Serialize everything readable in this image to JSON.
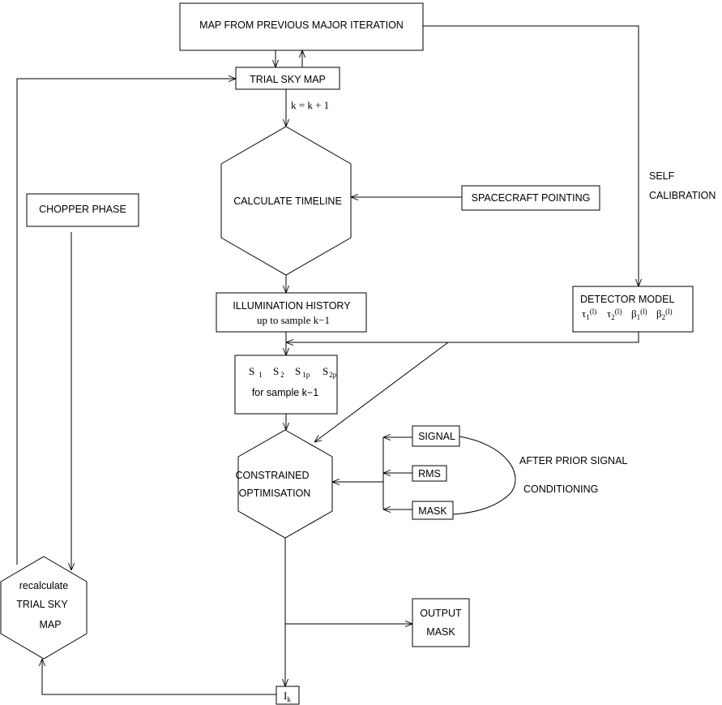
{
  "nodes": {
    "map_prev": "MAP FROM PREVIOUS MAJOR ITERATION",
    "trial_sky_map": "TRIAL SKY MAP",
    "increment": "k = k + 1",
    "calc_timeline": "CALCULATE TIMELINE",
    "spacecraft_pointing": "SPACECRAFT POINTING",
    "self_cal_1": "SELF",
    "self_cal_2": "CALIBRATION",
    "chopper_phase": "CHOPPER PHASE",
    "illum_1": "ILLUMINATION HISTORY",
    "illum_2": "up to sample k−1",
    "detector_model": "DETECTOR MODEL",
    "detector_params": {
      "tau1": "τ",
      "tau1_sub": "1",
      "tau1_arg": "(l)",
      "tau2": "τ",
      "tau2_sub": "2",
      "tau2_arg": "(l)",
      "beta1": "β",
      "beta1_sub": "1",
      "beta1_arg": "(l)",
      "beta2": "β",
      "beta2_sub": "2",
      "beta2_arg": "(l)"
    },
    "s_params": {
      "s1": "S",
      "s1_sub": "1",
      "s2": "S",
      "s2_sub": "2",
      "s1p": "S",
      "s1p_sub": "1p",
      "s2p": "S",
      "s2p_sub": "2p"
    },
    "for_sample": "for sample k−1",
    "constrained_1": "CONSTRAINED",
    "constrained_2": "OPTIMISATION",
    "signal": "SIGNAL",
    "rms": "RMS",
    "mask": "MASK",
    "after_prior_1": "AFTER PRIOR SIGNAL",
    "after_prior_2": "CONDITIONING",
    "recalc_1": "recalculate",
    "recalc_2": "TRIAL SKY",
    "recalc_3": "MAP",
    "output_1": "OUTPUT",
    "output_2": "MASK",
    "ik": "I",
    "ik_sub": "k"
  }
}
